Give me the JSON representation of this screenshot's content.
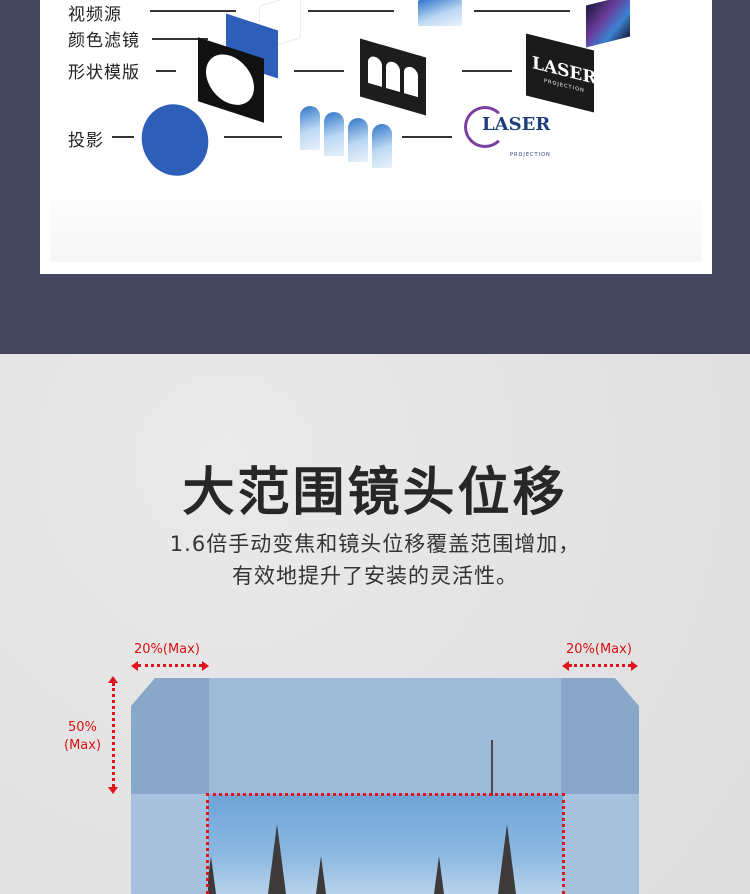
{
  "diagram": {
    "labels": {
      "video_source": "视频源",
      "color_filter": "颜色滤镜",
      "shape_template": "形状模版",
      "projection": "投影"
    },
    "logo_text": "LASER",
    "logo_sub": "PROJECTION"
  },
  "section": {
    "title": "大范围镜头位移",
    "description_line1": "1.6倍手动变焦和镜头位移覆盖范围增加，",
    "description_line2": "有效地提升了安装的灵活性。"
  },
  "shift_diagram": {
    "left_horizontal": "20%(Max)",
    "right_horizontal": "20%(Max)",
    "vertical_pct": "50%",
    "vertical_max": "(Max)"
  },
  "colors": {
    "band": "#43465d",
    "accent_red": "#e0141e",
    "filter_blue": "#2e5fb8"
  }
}
